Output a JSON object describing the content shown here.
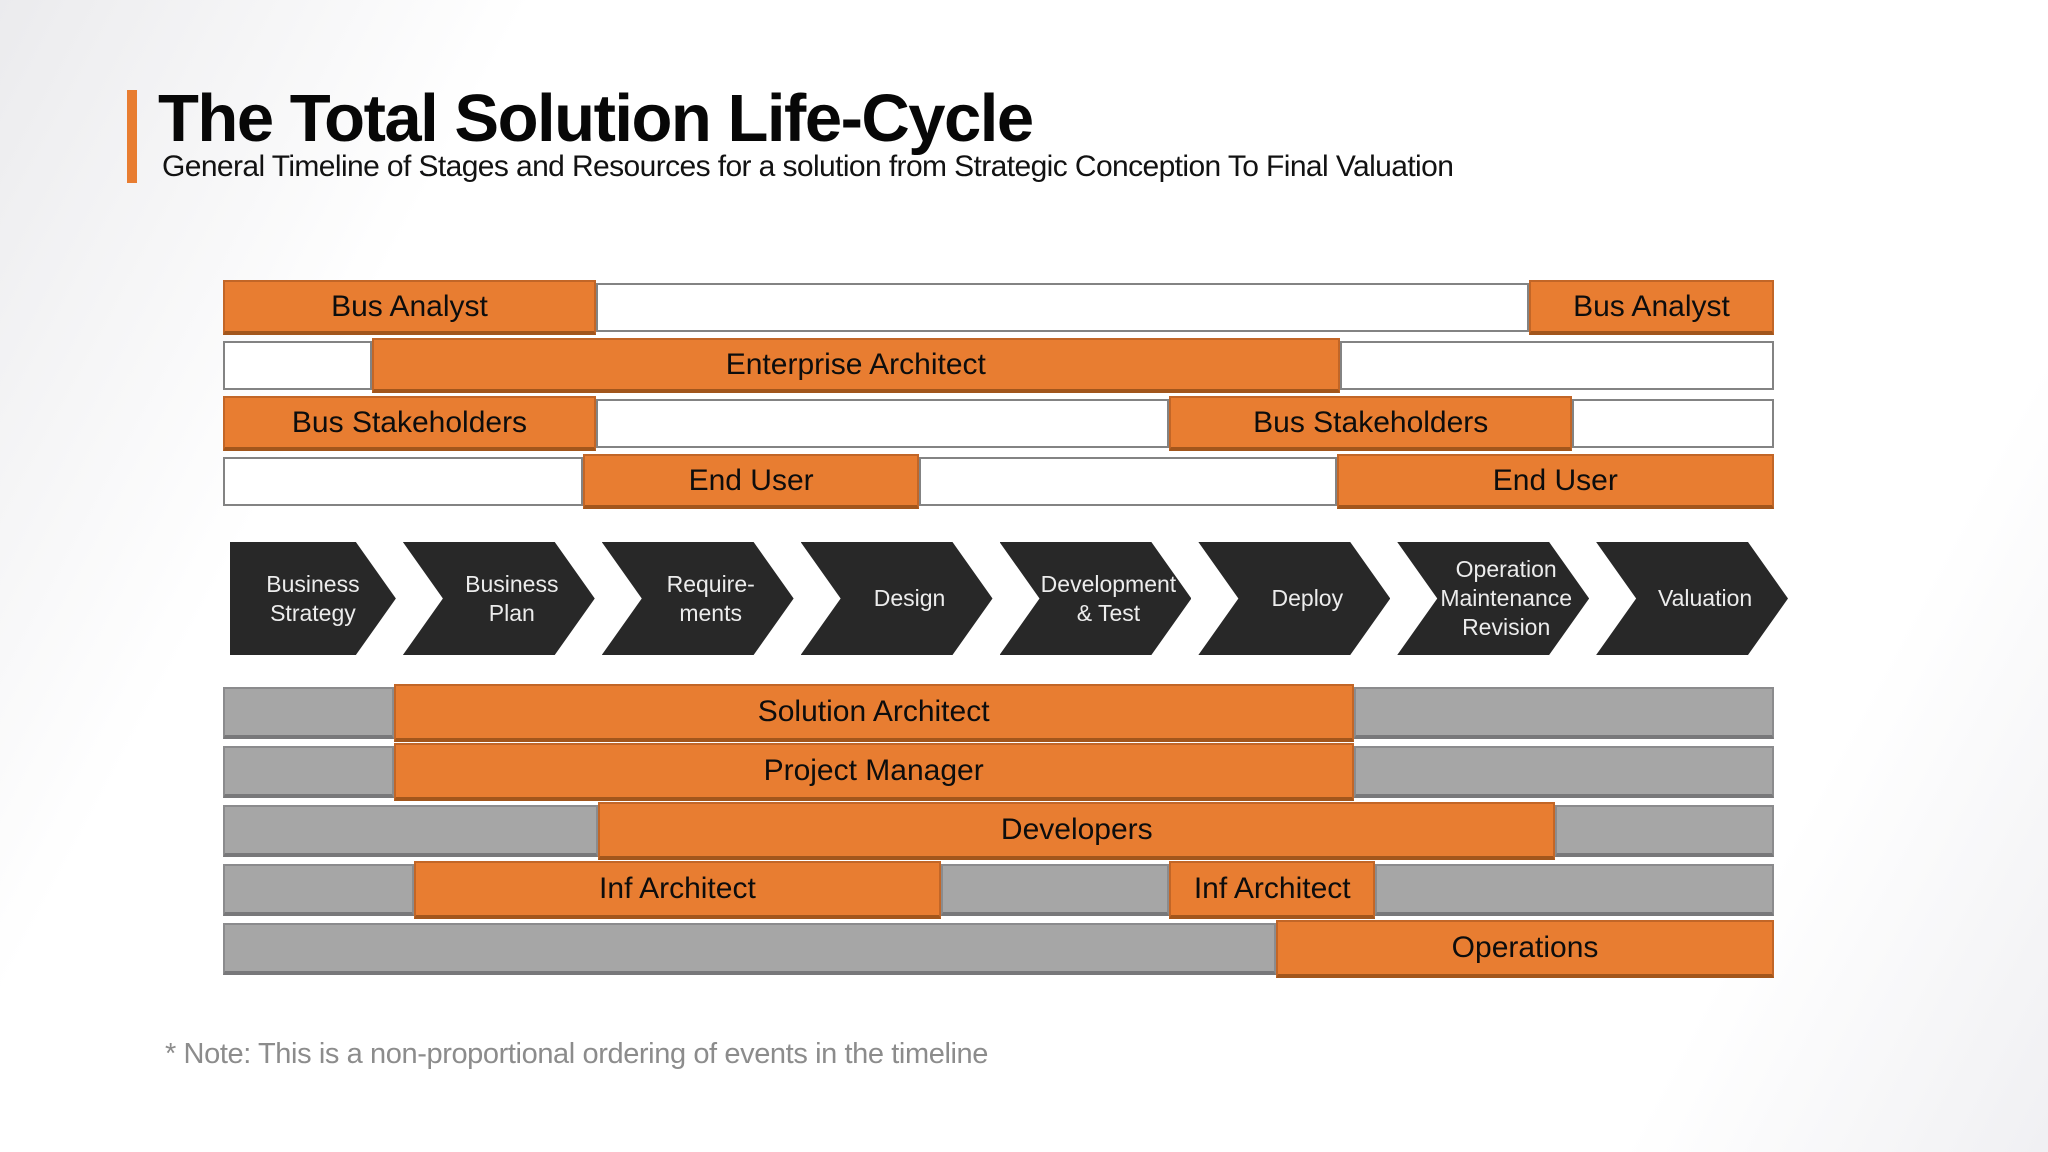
{
  "slide": {
    "title": "The Total Solution Life-Cycle",
    "subtitle": "General Timeline of Stages and Resources for a solution from Strategic Conception To Final Valuation",
    "note": "* Note: This is a non-proportional ordering of events in the timeline"
  },
  "colors": {
    "accent_orange": "#E87D31",
    "orange_border": "#A2561C",
    "bar_gray": "#A6A6A6",
    "bar_white_border": "#838383",
    "chevron_dark": "#282828",
    "chevron_text": "#ECECEC",
    "note_gray": "#8C8C8C"
  },
  "top_resources": {
    "rows": [
      {
        "segments": [
          {
            "type": "orange",
            "label": "Bus Analyst"
          },
          {
            "type": "white",
            "label": ""
          },
          {
            "type": "orange",
            "label": "Bus Analyst"
          }
        ]
      },
      {
        "segments": [
          {
            "type": "white",
            "label": ""
          },
          {
            "type": "orange",
            "label": "Enterprise Architect"
          },
          {
            "type": "white",
            "label": ""
          }
        ]
      },
      {
        "segments": [
          {
            "type": "orange",
            "label": "Bus Stakeholders"
          },
          {
            "type": "white",
            "label": ""
          },
          {
            "type": "orange",
            "label": "Bus Stakeholders"
          },
          {
            "type": "white",
            "label": ""
          }
        ]
      },
      {
        "segments": [
          {
            "type": "white",
            "label": ""
          },
          {
            "type": "orange",
            "label": "End User"
          },
          {
            "type": "white",
            "label": ""
          },
          {
            "type": "orange",
            "label": "End User"
          }
        ]
      }
    ]
  },
  "stages": [
    "Business\nStrategy",
    "Business\nPlan",
    "Require-\nments",
    "Design",
    "Development\n& Test",
    "Deploy",
    "Operation\nMaintenance\nRevision",
    "Valuation"
  ],
  "bottom_resources": {
    "rows": [
      {
        "segments": [
          {
            "type": "gray",
            "label": ""
          },
          {
            "type": "orange",
            "label": "Solution Architect"
          },
          {
            "type": "gray",
            "label": ""
          }
        ]
      },
      {
        "segments": [
          {
            "type": "gray",
            "label": ""
          },
          {
            "type": "orange",
            "label": "Project Manager"
          },
          {
            "type": "gray",
            "label": ""
          }
        ]
      },
      {
        "segments": [
          {
            "type": "gray",
            "label": ""
          },
          {
            "type": "orange",
            "label": "Developers"
          },
          {
            "type": "gray",
            "label": ""
          }
        ]
      },
      {
        "segments": [
          {
            "type": "gray",
            "label": ""
          },
          {
            "type": "orange",
            "label": "Inf Architect"
          },
          {
            "type": "gray",
            "label": ""
          },
          {
            "type": "orange",
            "label": "Inf Architect"
          },
          {
            "type": "gray",
            "label": ""
          }
        ]
      },
      {
        "segments": [
          {
            "type": "gray",
            "label": ""
          },
          {
            "type": "orange",
            "label": "Operations"
          }
        ]
      }
    ]
  }
}
